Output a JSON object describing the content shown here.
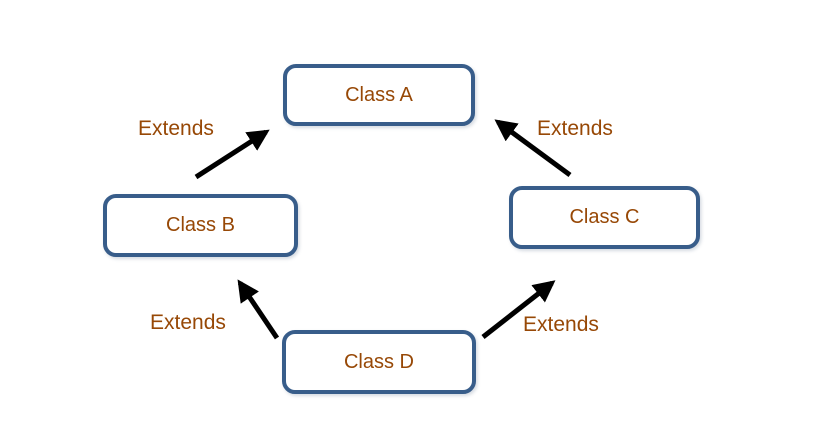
{
  "diagram": {
    "type": "class-inheritance-diagram",
    "background_color": "#ffffff",
    "colors": {
      "node_border": "#385d8a",
      "node_fill": "#ffffff",
      "text": "#974806",
      "arrow": "#000000"
    },
    "nodes": [
      {
        "id": "class-a",
        "label": "Class A",
        "position": "top-center"
      },
      {
        "id": "class-b",
        "label": "Class B",
        "position": "middle-left"
      },
      {
        "id": "class-c",
        "label": "Class C",
        "position": "middle-right"
      },
      {
        "id": "class-d",
        "label": "Class D",
        "position": "bottom-center"
      }
    ],
    "edges": [
      {
        "from": "Class B",
        "to": "Class A",
        "label": "Extends"
      },
      {
        "from": "Class C",
        "to": "Class A",
        "label": "Extends"
      },
      {
        "from": "Class D",
        "to": "Class B",
        "label": "Extends"
      },
      {
        "from": "Class D",
        "to": "Class C",
        "label": "Extends"
      }
    ]
  }
}
